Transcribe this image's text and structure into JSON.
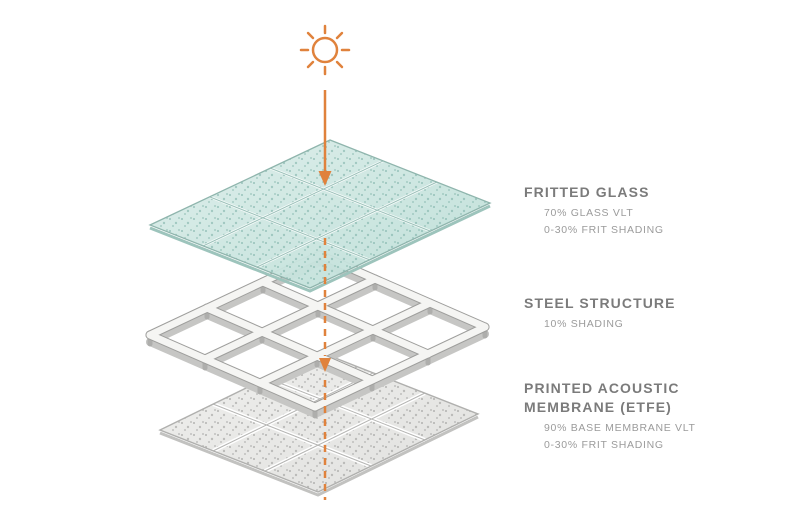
{
  "accent_color": "#E0823C",
  "glass_color": "#CFE7E1",
  "steel_color": "#F2F2F0",
  "membrane_color": "#ECECEA",
  "layers": [
    {
      "heading": "FRITTED GLASS",
      "sub": [
        "70% GLASS VLT",
        "0-30% FRIT SHADING"
      ]
    },
    {
      "heading": "STEEL STRUCTURE",
      "sub": [
        "10% SHADING"
      ]
    },
    {
      "heading": "PRINTED ACOUSTIC MEMBRANE (ETFE)",
      "sub": [
        "90% BASE MEMBRANE VLT",
        "0-30% FRIT SHADING"
      ]
    }
  ]
}
